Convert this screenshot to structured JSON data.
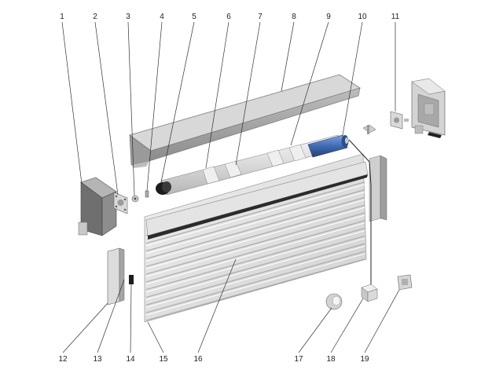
{
  "callouts": [
    {
      "label": "1"
    },
    {
      "label": "2"
    },
    {
      "label": "3"
    },
    {
      "label": "4"
    },
    {
      "label": "5"
    },
    {
      "label": "6"
    },
    {
      "label": "7"
    },
    {
      "label": "8"
    },
    {
      "label": "9"
    },
    {
      "label": "10"
    },
    {
      "label": "11"
    },
    {
      "label": "12"
    },
    {
      "label": "13"
    },
    {
      "label": "14"
    },
    {
      "label": "15"
    },
    {
      "label": "16"
    },
    {
      "label": "17"
    },
    {
      "label": "18"
    },
    {
      "label": "19"
    }
  ],
  "colors": {
    "metal_light": "#e6e6e6",
    "metal_mid": "#c9c9c9",
    "metal_dark": "#8f8f8f",
    "box_dark": "#7a7a7a",
    "motor_blue": "#3f6bb3",
    "line": "#333333"
  }
}
